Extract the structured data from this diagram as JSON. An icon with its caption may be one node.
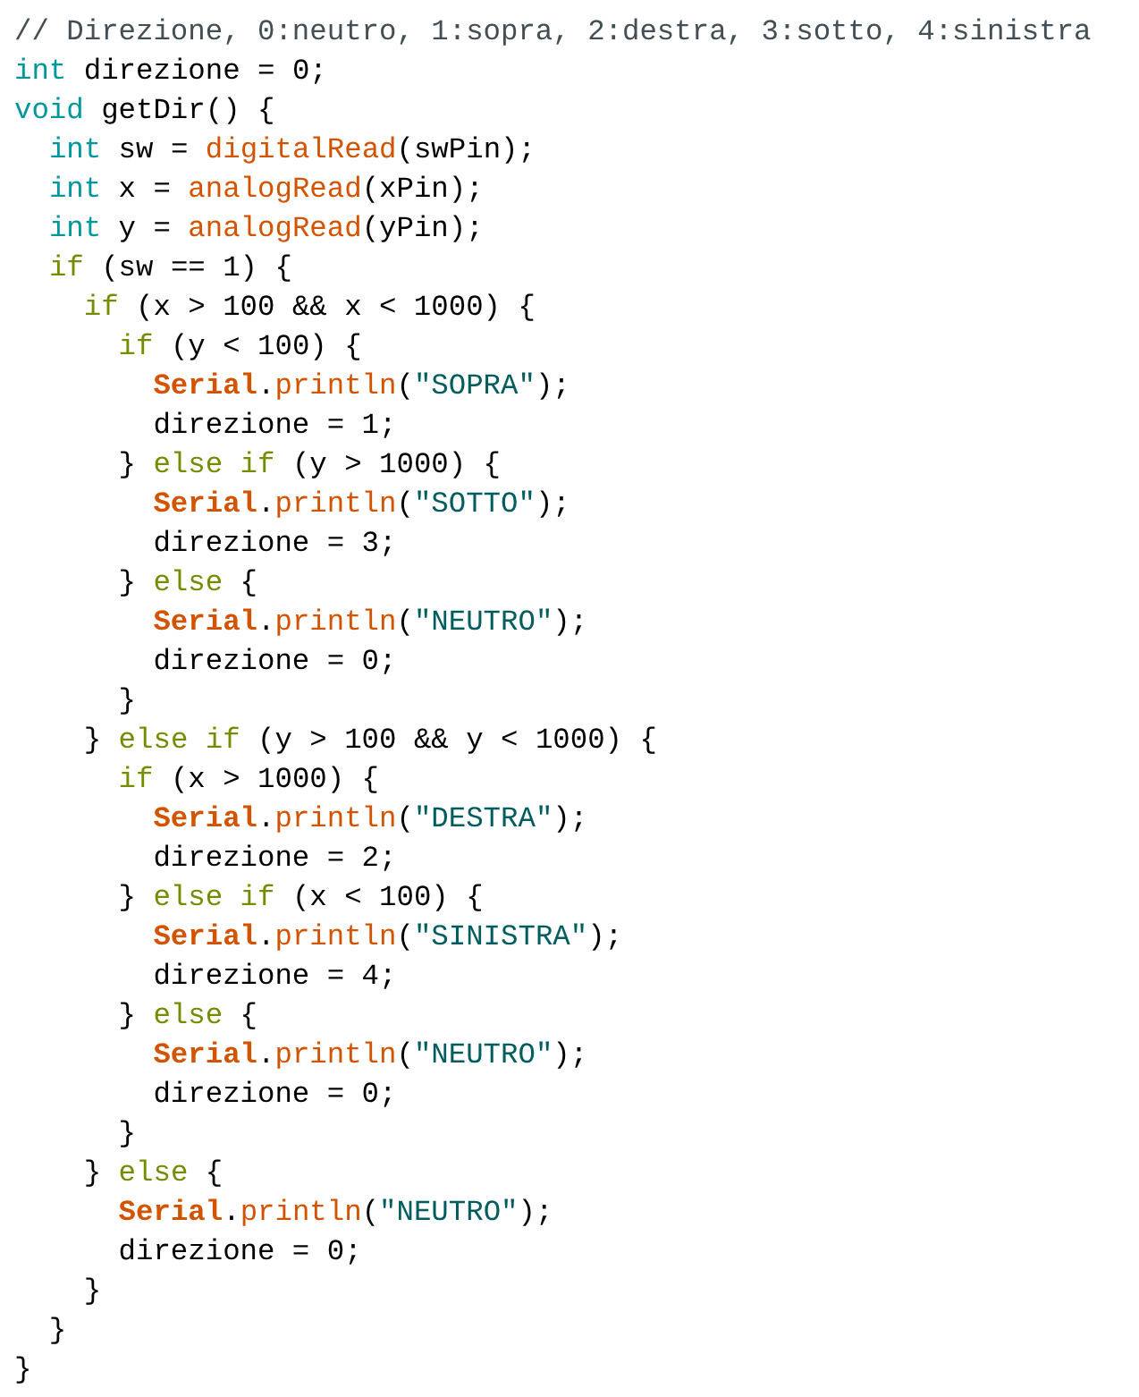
{
  "diagram": {
    "labels": [
      "// Direzione, 0:neutro, 1:sopra, 2:destra, 3:sotto, 4:sinistra",
      "int direzione = 0;",
      "void getDir() {",
      "  int sw = digitalRead(swPin);",
      "  int x = analogRead(xPin);",
      "  int y = analogRead(yPin);",
      "  if (sw == 1) {",
      "    if (x > 100 && x < 1000) {",
      "      if (y < 100) {",
      "        Serial.println(\"SOPRA\");",
      "        direzione = 1;",
      "      } else if (y > 1000) {",
      "        Serial.println(\"SOTTO\");",
      "        direzione = 3;",
      "      } else {",
      "        Serial.println(\"NEUTRO\");",
      "        direzione = 0;",
      "      }",
      "    } else if (y > 100 && y < 1000) {",
      "      if (x > 1000) {",
      "        Serial.println(\"DESTRA\");",
      "        direzione = 2;",
      "      } else if (x < 100) {",
      "        Serial.println(\"SINISTRA\");",
      "        direzione = 4;",
      "      } else {",
      "        Serial.println(\"NEUTRO\");",
      "        direzione = 0;",
      "      }",
      "    } else {",
      "      Serial.println(\"NEUTRO\");",
      "      direzione = 0;",
      "    }",
      "  }",
      "}"
    ]
  }
}
